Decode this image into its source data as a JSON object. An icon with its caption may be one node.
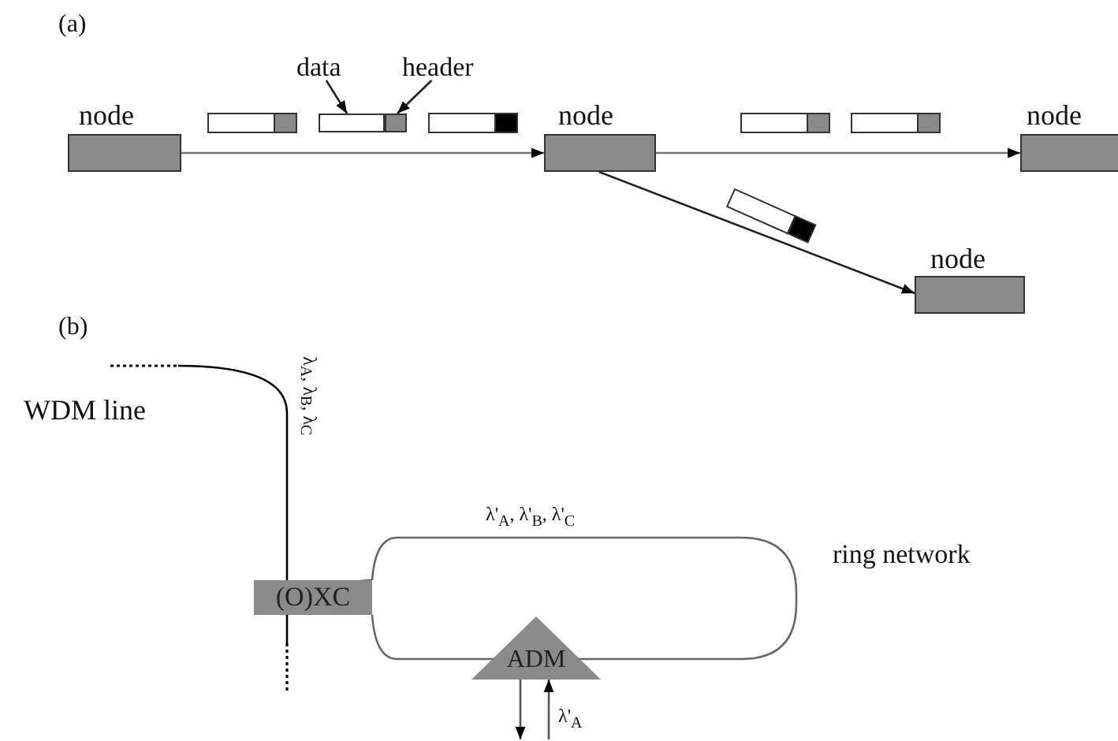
{
  "diagram": {
    "nodes": [
      {
        "text": [
          "data"
        ]
      },
      {
        "text": [
          "header"
        ]
      },
      {
        "text": [
          "node"
        ]
      },
      {
        "text": [],
        "shape": "box"
      },
      {
        "text": [],
        "shape": "box"
      },
      {
        "text": [
          "node"
        ]
      },
      {
        "text": [
          "node"
        ]
      },
      {
        "text": [
          "node"
        ]
      },
      {
        "text": [
          "(O)XC"
        ]
      },
      {
        "text": [
          "ADM"
        ]
      }
    ],
    "edges": [
      {
        "from": 0,
        "to": 3,
        "arrow": "to"
      },
      {
        "from": 1,
        "to": 4,
        "arrow": "to"
      },
      {
        "from": 2,
        "to": 5,
        "arrow": "to"
      },
      {
        "from": 5,
        "to": 6,
        "arrow": "to"
      },
      {
        "from": 5,
        "to": 7,
        "arrow": "to"
      },
      {
        "from": null,
        "to": 8,
        "arrow": "none",
        "label": "λ$_{A}$, λ$_{B}$, λ$_{C}$"
      },
      {
        "from": 8,
        "to": null,
        "arrow": "none"
      },
      {
        "from": 8,
        "to": 9,
        "arrow": "none",
        "label": "λ'$_{A}$, λ'$_{B}$, λ'$_{C}$"
      },
      {
        "from": 8,
        "to": 9,
        "arrow": "none"
      },
      {
        "from": 9,
        "to": null,
        "arrow": "to"
      },
      {
        "from": null,
        "to": 9,
        "arrow": "to",
        "label": "λ'$_{A}$"
      }
    ],
    "labels": [
      "(a)",
      "(b)",
      "WDM line",
      "ring network"
    ]
  }
}
